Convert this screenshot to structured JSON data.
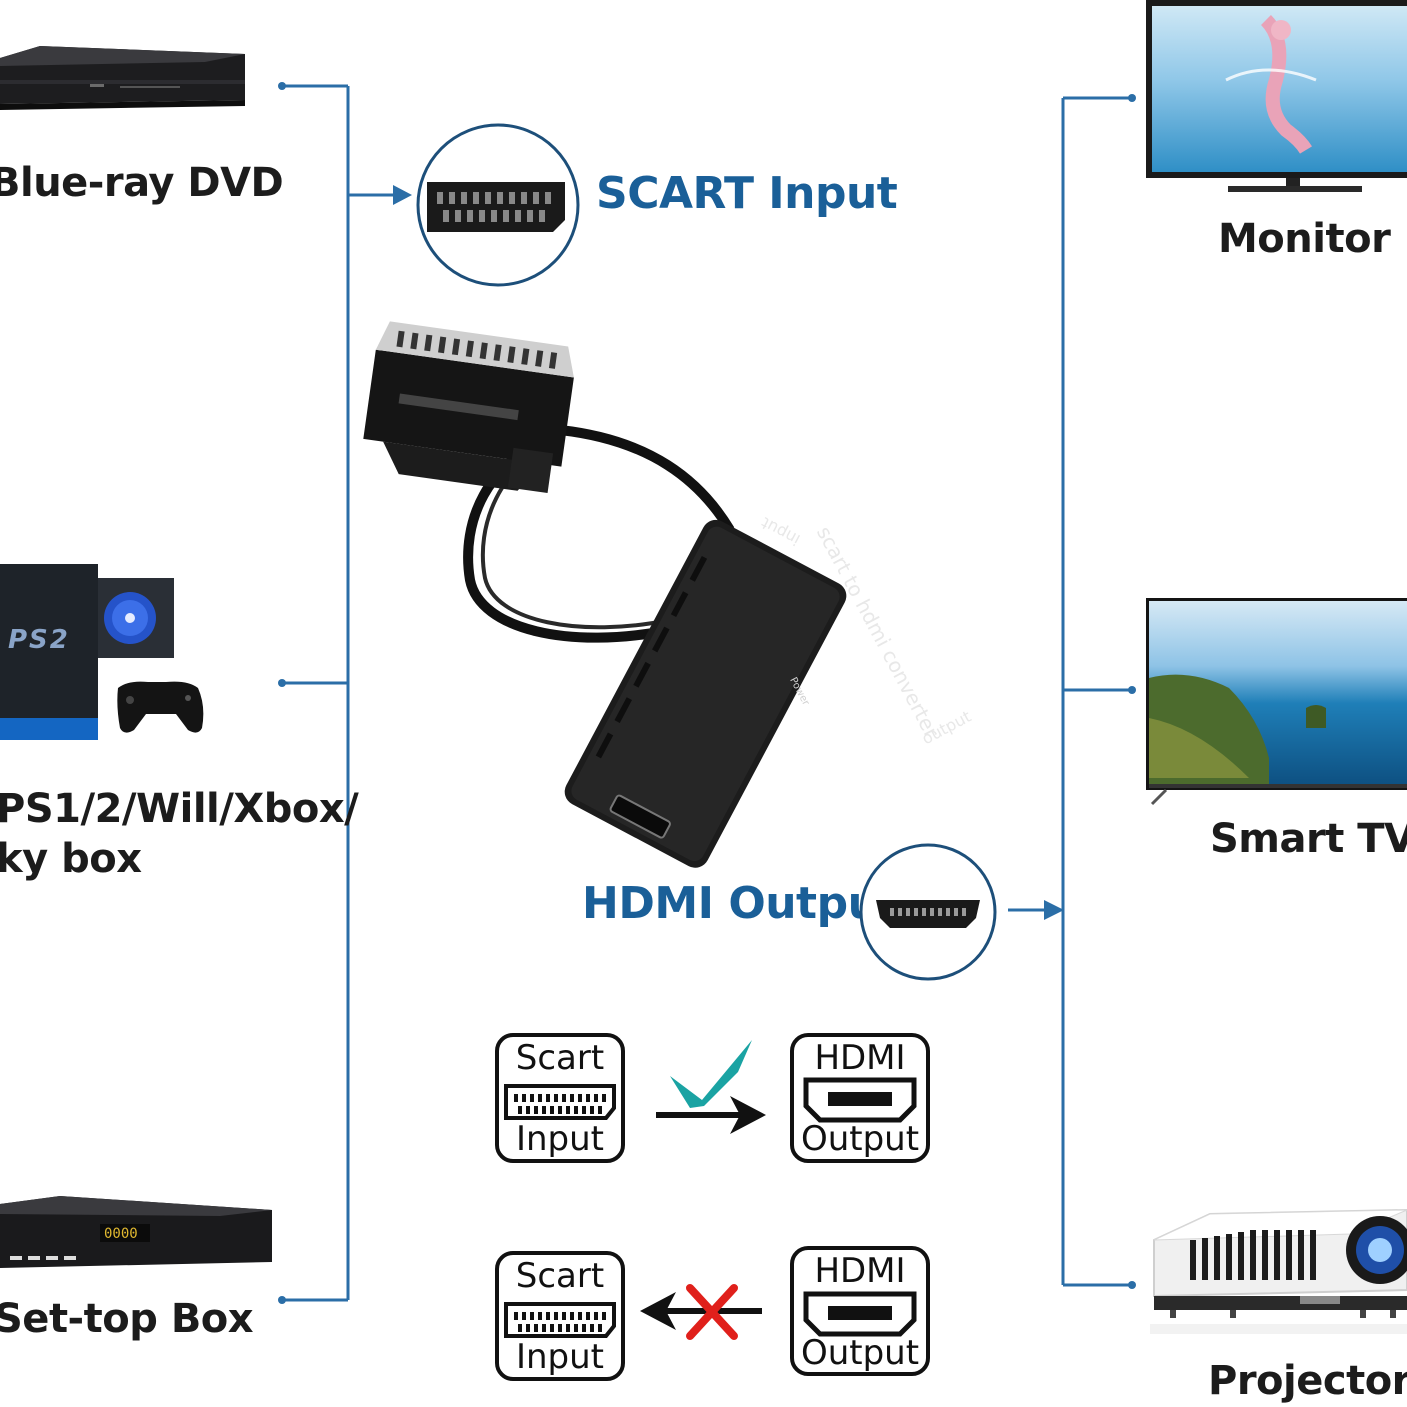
{
  "sources": [
    {
      "id": "bluray",
      "label_lines": [
        "Blue-ray DVD"
      ]
    },
    {
      "id": "console",
      "label_lines": [
        "PS1/2/Will/Xbox/",
        "ky box"
      ]
    },
    {
      "id": "settop",
      "label_lines": [
        "Set-top Box"
      ]
    }
  ],
  "displays": [
    {
      "id": "monitor",
      "label": "Monitor"
    },
    {
      "id": "smarttv",
      "label": "Smart TV"
    },
    {
      "id": "projector",
      "label": "Projector"
    }
  ],
  "scart_input_label": "SCART Input",
  "hdmi_output_label": "HDMI Output",
  "converter": {
    "top_text": "input",
    "body_text": "scart to hdmi converter",
    "power_text": "Power",
    "bottom_text": "output"
  },
  "console_logo": "PS2",
  "settop_display": "0000",
  "direction_rows": [
    {
      "left_top": "Scart",
      "left_bottom": "Input",
      "right_top": "HDMI",
      "right_bottom": "Output",
      "supported": true
    },
    {
      "left_top": "Scart",
      "left_bottom": "Input",
      "right_top": "HDMI",
      "right_bottom": "Output",
      "supported": false
    }
  ],
  "colors": {
    "line_blue": "#2b6ea7",
    "label_blue": "#1a5f98",
    "check_teal": "#1aa3a3",
    "cross_red": "#e0201b"
  }
}
